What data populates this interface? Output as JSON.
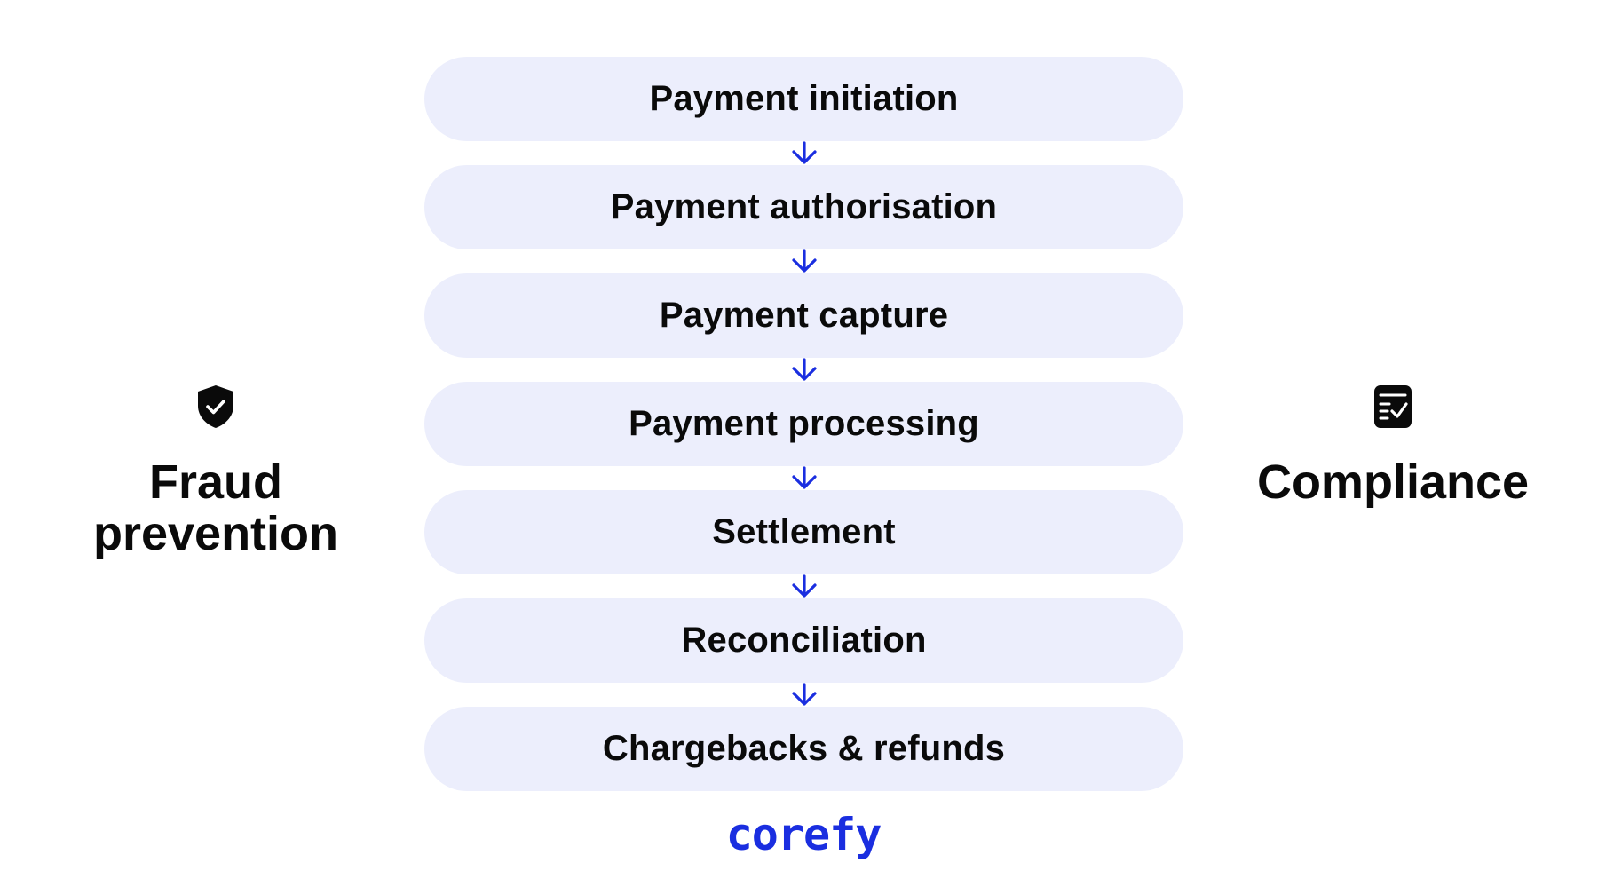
{
  "diagram": {
    "steps": [
      "Payment initiation",
      "Payment authorisation",
      "Payment capture",
      "Payment processing",
      "Settlement",
      "Reconciliation",
      "Chargebacks & refunds"
    ],
    "left": {
      "icon": "shield-check-icon",
      "label_line1": "Fraud",
      "label_line2": "prevention"
    },
    "right": {
      "icon": "checklist-icon",
      "label": "Compliance"
    },
    "arrow_icon": "arrow-down-icon",
    "logo": "corefy",
    "colors": {
      "step_fill": "#eceefc",
      "arrow": "#1a2ee0",
      "logo": "#1a2ee0",
      "text": "#0a0a0a"
    }
  }
}
